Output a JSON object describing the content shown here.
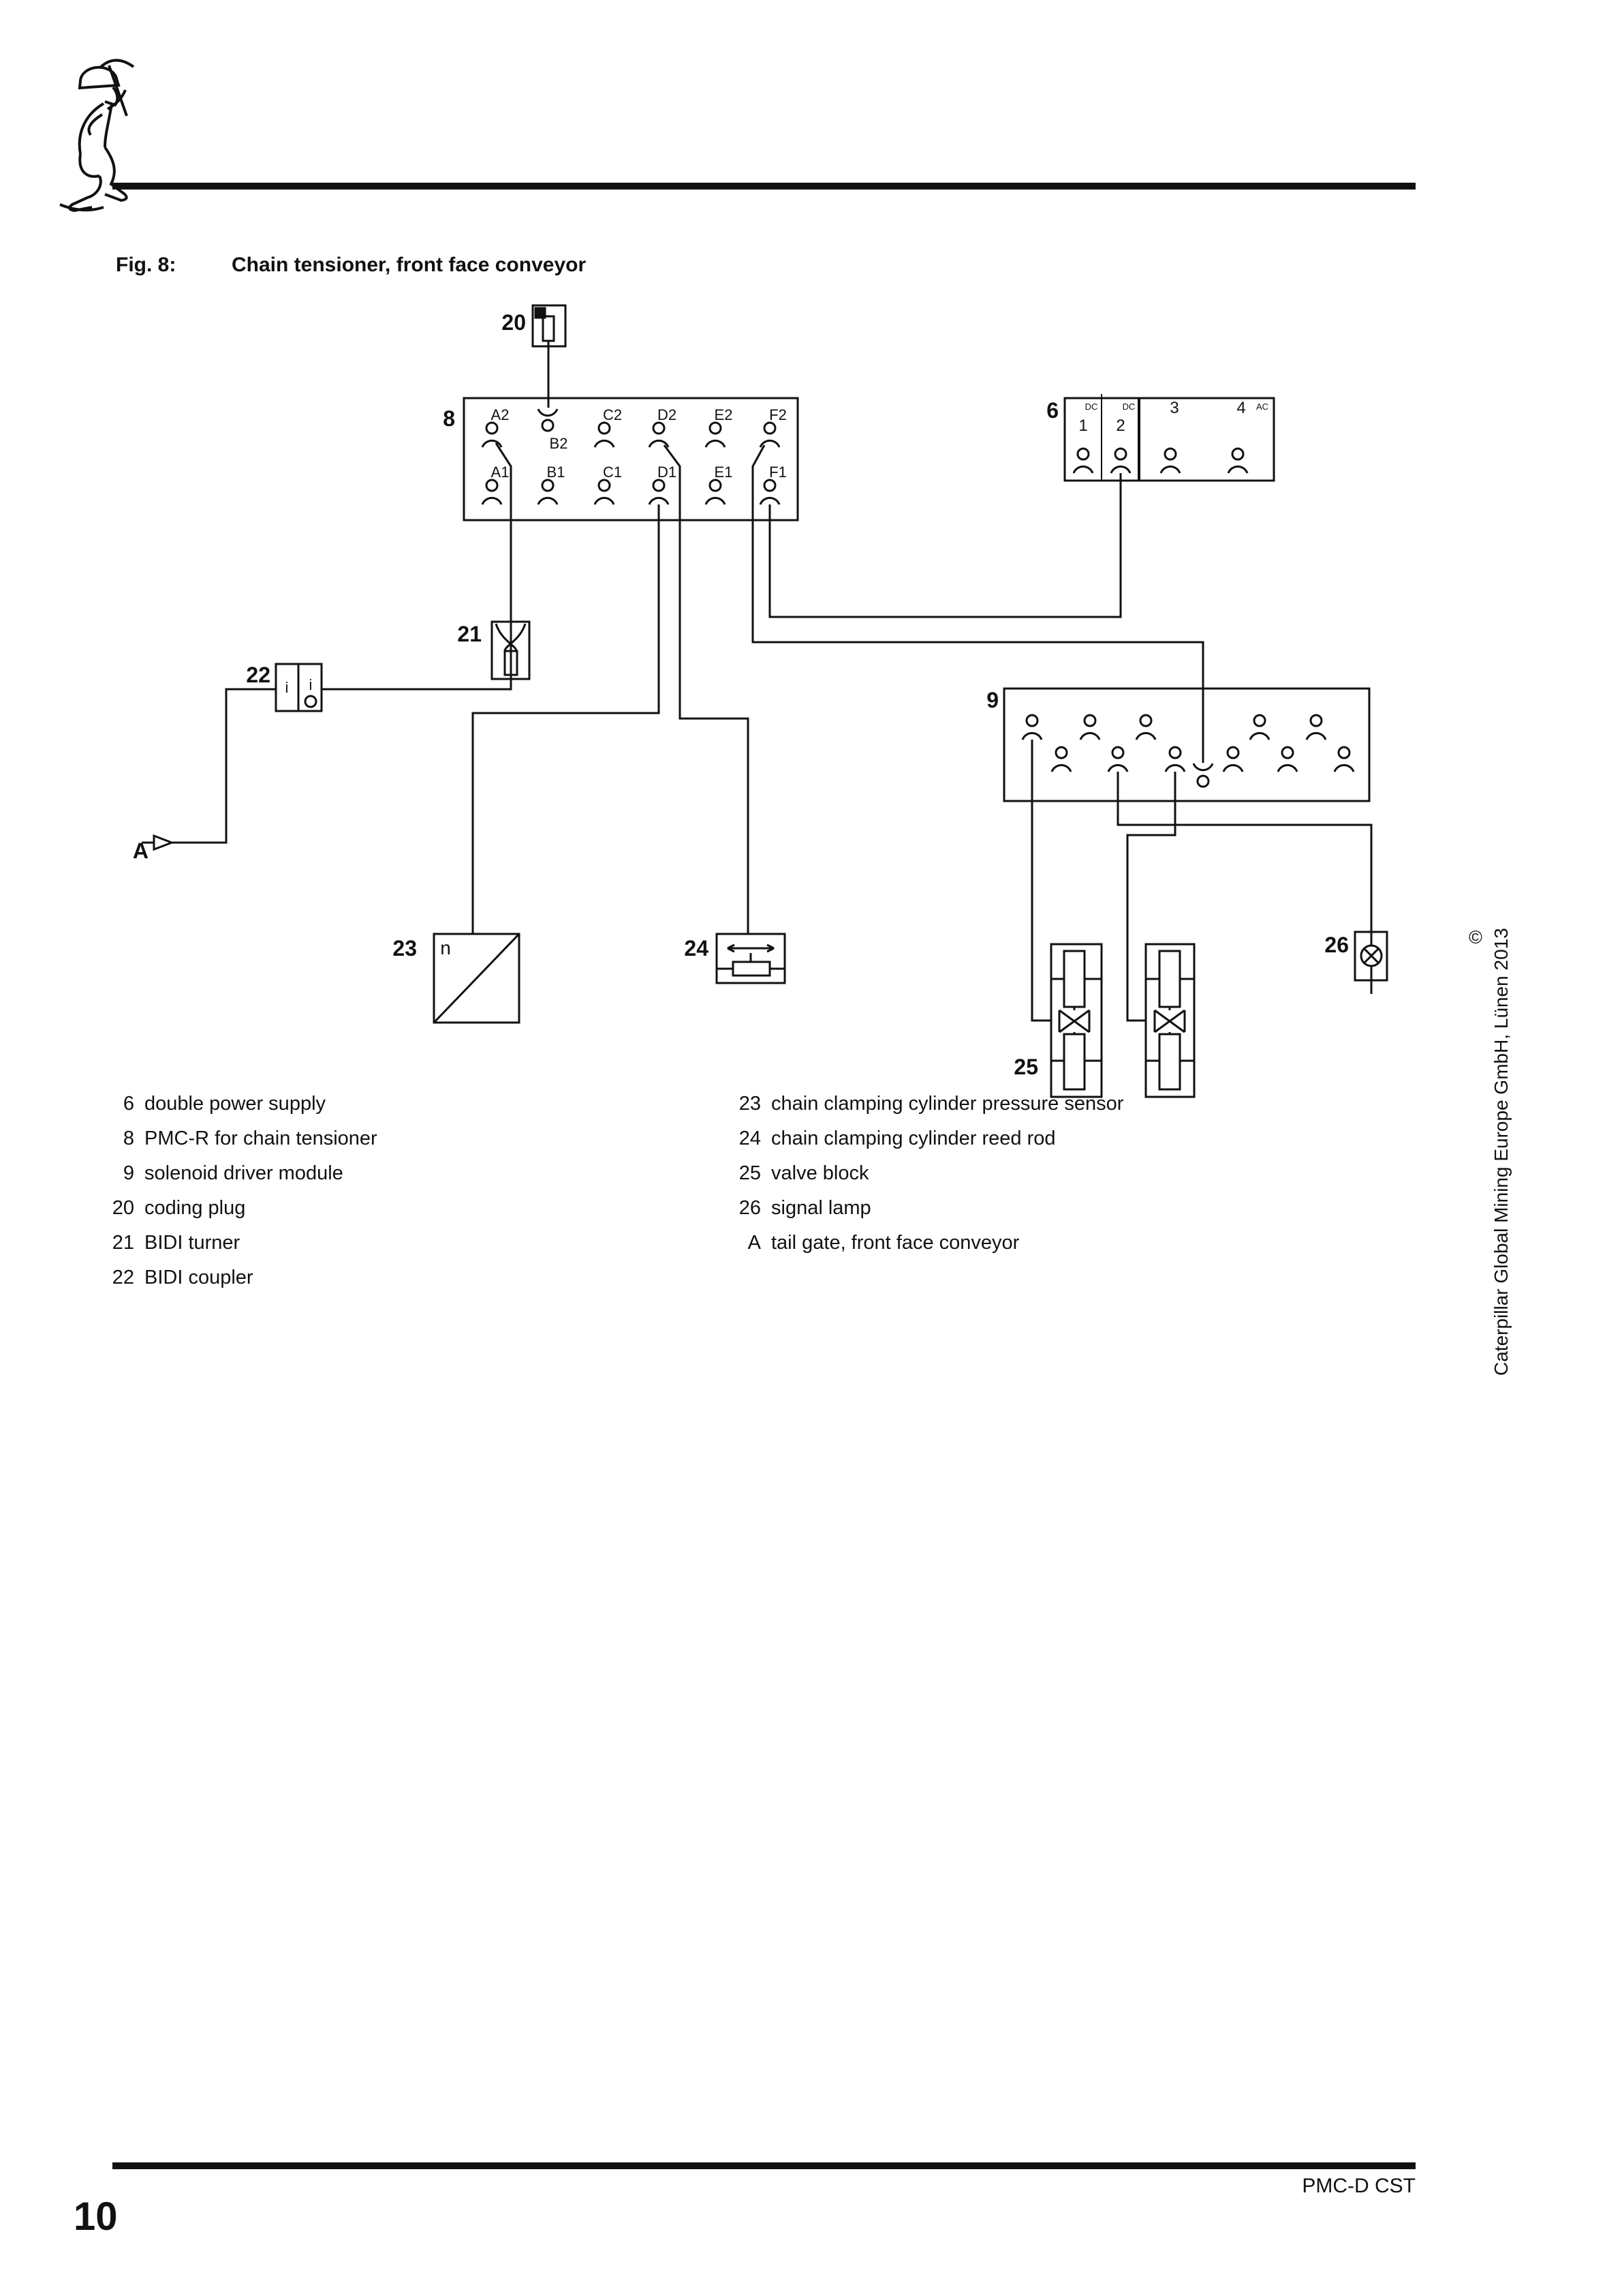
{
  "header": {
    "fig_label": "Fig. 8:",
    "fig_title": "Chain tensioner, front face conveyor"
  },
  "diagram": {
    "refs": {
      "coding_plug": "20",
      "pmcr": "8",
      "power_supply": "6",
      "solenoid_driver": "9",
      "bidi_turner": "21",
      "bidi_coupler": "22",
      "pressure_sensor": "23",
      "reed_rod": "24",
      "valve_block": "25",
      "signal_lamp": "26",
      "tail_gate": "A"
    },
    "pmcr": {
      "pins_top": [
        "A2",
        "C2",
        "D2",
        "E2",
        "F2"
      ],
      "pin_b2": "B2",
      "pins_bottom": [
        "A1",
        "B1",
        "C1",
        "D1",
        "E1",
        "F1"
      ]
    },
    "power_supply": {
      "label_dc_1": "DC",
      "label_dc_2": "DC",
      "label_ac": "AC",
      "cell_1": "1",
      "cell_2": "2",
      "cell_3": "3",
      "cell_4": "4"
    },
    "coupler": {
      "i_left": "i",
      "i_right": "i"
    },
    "sensor_symbol": "n"
  },
  "legend": {
    "left": [
      {
        "ref": "6",
        "label": "double power supply"
      },
      {
        "ref": "8",
        "label": "PMC-R for chain tensioner"
      },
      {
        "ref": "9",
        "label": "solenoid driver module"
      },
      {
        "ref": "20",
        "label": "coding plug"
      },
      {
        "ref": "21",
        "label": "BIDI turner"
      },
      {
        "ref": "22",
        "label": "BIDI coupler"
      }
    ],
    "right": [
      {
        "ref": "23",
        "label": "chain clamping cylinder pressure sensor"
      },
      {
        "ref": "24",
        "label": "chain clamping cylinder reed rod"
      },
      {
        "ref": "25",
        "label": "valve block"
      },
      {
        "ref": "26",
        "label": "signal lamp"
      },
      {
        "ref": "A",
        "label": "tail gate, front face conveyor"
      }
    ]
  },
  "sidebar": {
    "copyright_text": "Caterpillar Global Mining Europe GmbH, Lünen 2013",
    "copyright_symbol": "©"
  },
  "footer": {
    "page_number": "10",
    "doc_code": "PMC-D CST"
  }
}
